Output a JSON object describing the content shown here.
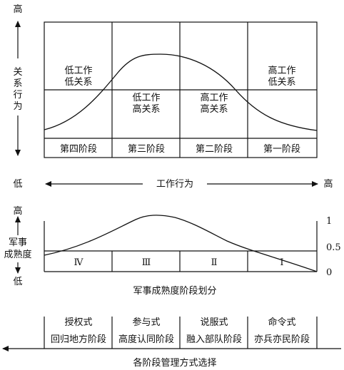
{
  "upper": {
    "y_high": "高",
    "y_low": "低",
    "y_label_chars": [
      "关",
      "系",
      "行",
      "为"
    ],
    "x_high": "高",
    "x_label": "工作行为",
    "quadrants": {
      "top_left": [
        "低工作",
        "低关系"
      ],
      "bottom_mid_left": [
        "低工作",
        "高关系"
      ],
      "bottom_mid_right": [
        "高工作",
        "高关系"
      ],
      "top_right": [
        "高工作",
        "低关系"
      ]
    },
    "stages": [
      "第四阶段",
      "第三阶段",
      "第二阶段",
      "第一阶段"
    ]
  },
  "middle": {
    "y_high": "高",
    "y_low": "低",
    "y_label_lines": [
      "军事",
      "成熟度"
    ],
    "right_ticks": [
      "1",
      "0.5",
      "0"
    ],
    "roman": [
      "Ⅳ",
      "Ⅲ",
      "Ⅱ",
      "Ⅰ"
    ],
    "caption": "军事成熟度阶段划分"
  },
  "bottom": {
    "styles": [
      "授权式",
      "参与式",
      "说服式",
      "命令式"
    ],
    "phases": [
      "回归地方阶段",
      "高度认同阶段",
      "融入部队阶段",
      "亦兵亦民阶段"
    ],
    "caption": "各阶段管理方式选择"
  }
}
